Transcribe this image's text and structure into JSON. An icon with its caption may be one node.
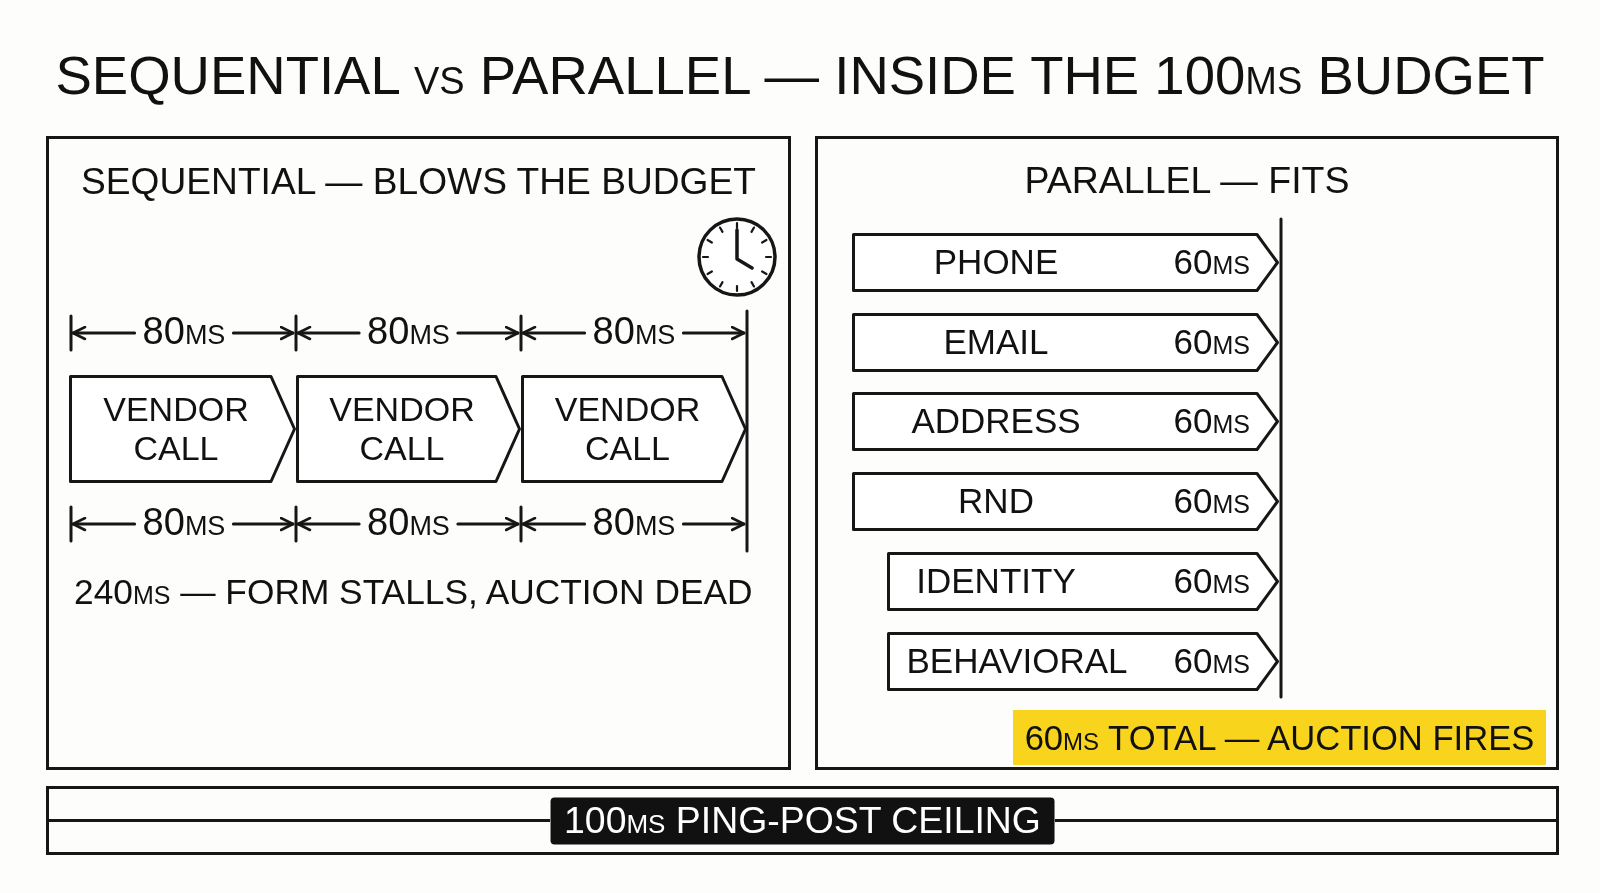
{
  "diagram": {
    "title": "SEQUENTIAL vs PARALLEL — INSIDE THE 100ms BUDGET",
    "nodes": [
      {
        "text": [
          "SEQUENTIAL — BLOWS THE BUDGET"
        ]
      },
      {
        "text": [
          "VENDOR CALL"
        ],
        "in": 0
      },
      {
        "text": [
          "VENDOR CALL"
        ],
        "in": 0
      },
      {
        "text": [
          "VENDOR CALL"
        ],
        "in": 0
      },
      {
        "text": [
          "PARALLEL — FITS"
        ]
      },
      {
        "text": [
          "PHONE",
          "60ms"
        ],
        "in": 4
      },
      {
        "text": [
          "EMAIL",
          "60ms"
        ],
        "in": 4
      },
      {
        "text": [
          "ADDRESS",
          "60ms"
        ],
        "in": 4
      },
      {
        "text": [
          "RND",
          "60ms"
        ],
        "in": 4
      },
      {
        "text": [
          "IDENTITY",
          "60ms"
        ],
        "in": 4
      },
      {
        "text": [
          "BEHAVIORAL",
          "60ms"
        ],
        "in": 4
      },
      {
        "text": [
          "60ms TOTAL — AUCTION FIRES"
        ],
        "in": 4
      },
      {
        "text": [
          "100ms PING-POST CEILING"
        ]
      }
    ],
    "labels": [
      "80ms",
      "80ms",
      "80ms",
      "80ms",
      "80ms",
      "80ms",
      "240ms — FORM STALLS, AUCTION DEAD"
    ]
  }
}
